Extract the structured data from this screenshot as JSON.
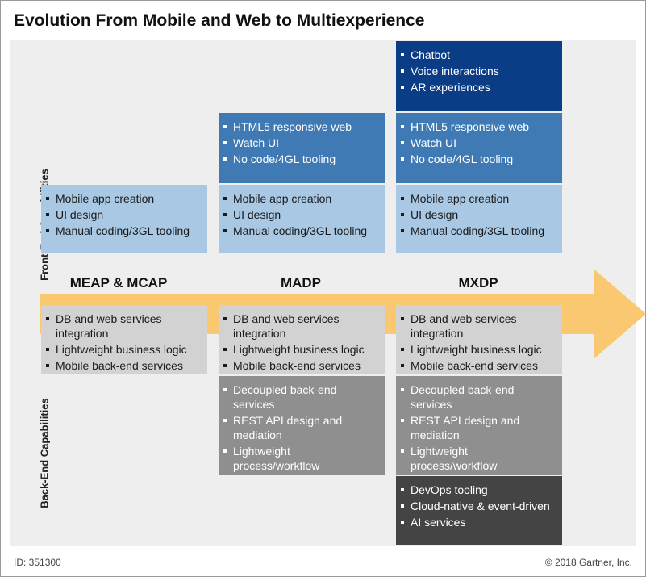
{
  "title": "Evolution From Mobile and Web to Multiexperience",
  "axis_labels": {
    "front": "Front-End Capabilities",
    "back": "Back-End Capabilities"
  },
  "stages": [
    "MEAP & MCAP",
    "MADP",
    "MXDP"
  ],
  "columns": [
    {
      "front_boxes": [
        {
          "tier": 1,
          "items": [
            "Mobile app creation",
            "UI design",
            "Manual coding/3GL tooling"
          ]
        }
      ],
      "back_boxes": [
        {
          "tier": 1,
          "items": [
            "DB and web services integration",
            "Lightweight business logic",
            "Mobile back-end services"
          ]
        }
      ]
    },
    {
      "front_boxes": [
        {
          "tier": 2,
          "items": [
            "HTML5 responsive web",
            "Watch UI",
            "No code/4GL tooling"
          ]
        },
        {
          "tier": 1,
          "items": [
            "Mobile app creation",
            "UI design",
            "Manual coding/3GL tooling"
          ]
        }
      ],
      "back_boxes": [
        {
          "tier": 1,
          "items": [
            "DB and web services integration",
            "Lightweight business logic",
            "Mobile back-end services"
          ]
        },
        {
          "tier": 2,
          "items": [
            "Decoupled back-end services",
            "REST API design and mediation",
            "Lightweight process/workflow"
          ]
        }
      ]
    },
    {
      "front_boxes": [
        {
          "tier": 3,
          "items": [
            "Chatbot",
            "Voice interactions",
            "AR experiences"
          ]
        },
        {
          "tier": 2,
          "items": [
            "HTML5 responsive web",
            "Watch UI",
            "No code/4GL tooling"
          ]
        },
        {
          "tier": 1,
          "items": [
            "Mobile app creation",
            "UI design",
            "Manual coding/3GL tooling"
          ]
        }
      ],
      "back_boxes": [
        {
          "tier": 1,
          "items": [
            "DB and web services integration",
            "Lightweight business logic",
            "Mobile back-end services"
          ]
        },
        {
          "tier": 2,
          "items": [
            "Decoupled back-end services",
            "REST API design and mediation",
            "Lightweight process/workflow"
          ]
        },
        {
          "tier": 3,
          "items": [
            "DevOps tooling",
            "Cloud-native & event-driven",
            "AI services"
          ]
        }
      ]
    }
  ],
  "colors": {
    "front_tier3": "#0b3d86",
    "front_tier2": "#3f7ab5",
    "front_tier1": "#a8c8e4",
    "back_tier1": "#d2d2d2",
    "back_tier2": "#8f8f8f",
    "back_tier3": "#444444",
    "arrow": "#f9c870",
    "panel": "#eeeeee"
  },
  "footer": {
    "id": "ID: 351300",
    "copyright": "© 2018 Gartner, Inc."
  }
}
